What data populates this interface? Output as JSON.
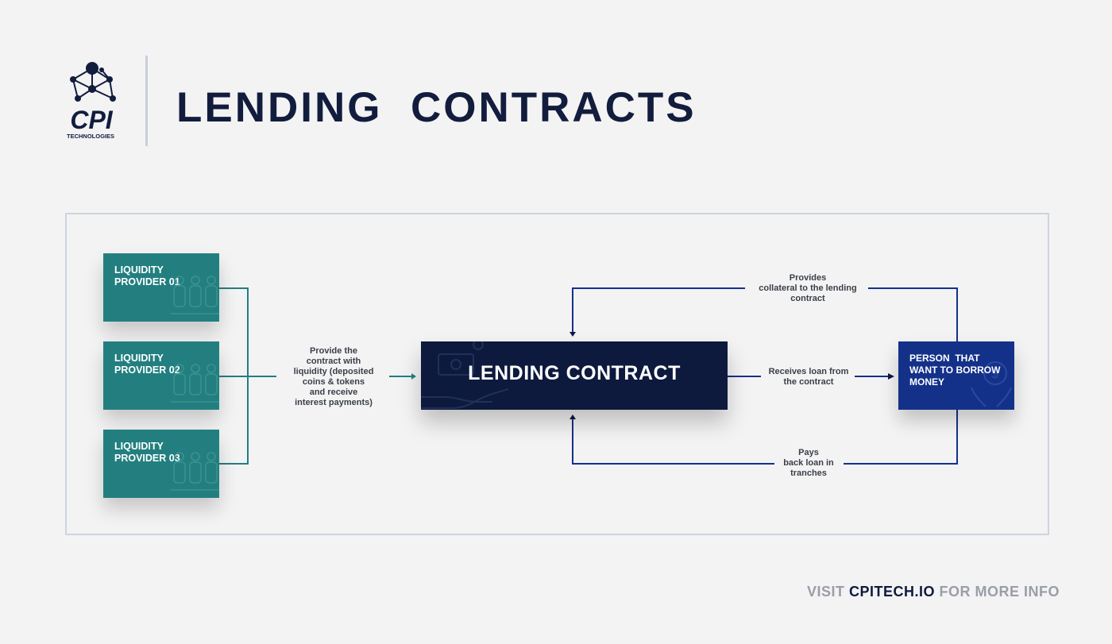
{
  "header": {
    "title": "LENDING  CONTRACTS",
    "logo_text": "CPI",
    "logo_subtext": "TECHNOLOGIES"
  },
  "diagram": {
    "providers": [
      {
        "label": "LIQUIDITY\nPROVIDER 01"
      },
      {
        "label": "LIQUIDITY\nPROVIDER 02"
      },
      {
        "label": "LIQUIDITY\nPROVIDER 03"
      }
    ],
    "provide_label": "Provide the\ncontract with\nliquidity (deposited\ncoins & tokens\nand receive\ninterest payments)",
    "contract_label": "LENDING CONTRACT",
    "borrower_label": "PERSON  THAT\nWANT TO BORROW\nMONEY",
    "collateral_label": "Provides\ncollateral to the lending\ncontract",
    "loan_label": "Receives loan from\nthe contract",
    "payback_label": "Pays\nback loan in\ntranches"
  },
  "footer": {
    "visit": "VISIT ",
    "site": "CPITECH.IO",
    "more": " FOR MORE INFO"
  },
  "colors": {
    "background": "#f3f3f4",
    "title": "#121c3d",
    "provider": "#237f7f",
    "contract": "#0d1a3d",
    "borrower": "#14318a",
    "line_teal": "#237f7f",
    "line_navy": "#0d1a3d"
  }
}
